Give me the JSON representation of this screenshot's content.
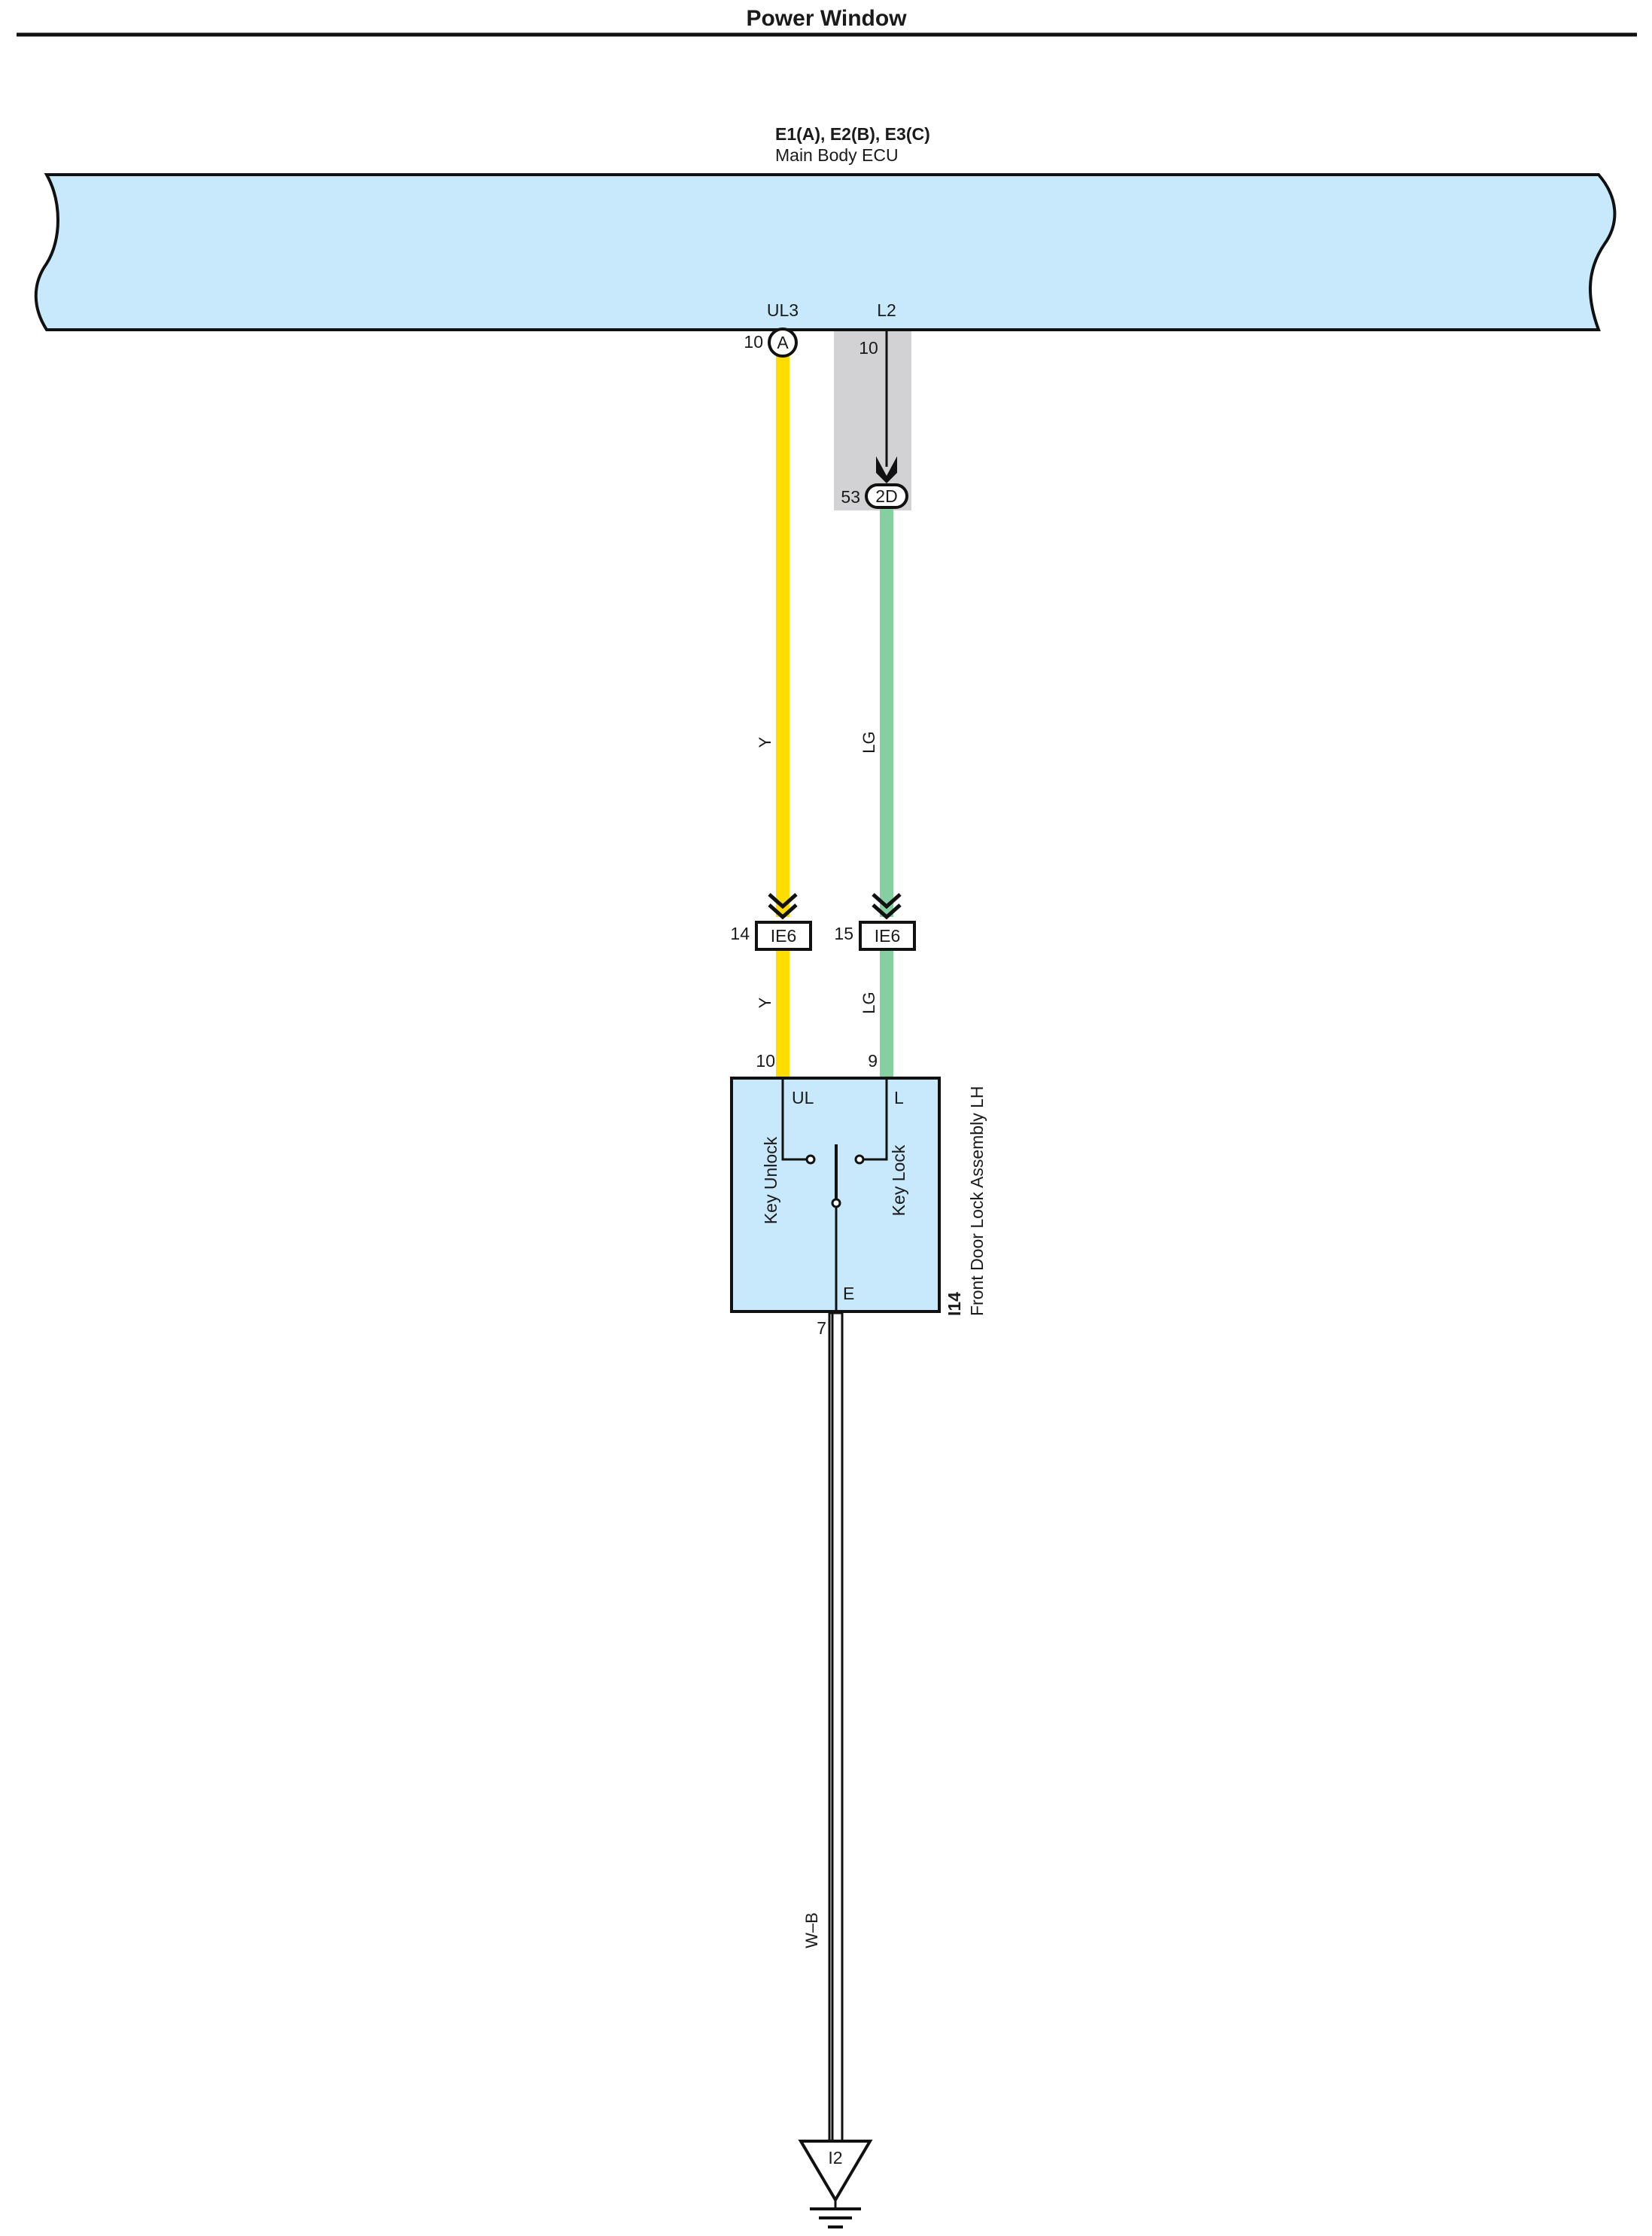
{
  "title": "Power Window",
  "ecu": {
    "connectors": "E1(A), E2(B), E3(C)",
    "name": "Main Body ECU",
    "fill_color": "#c8e9fb",
    "terminals": [
      {
        "name": "UL3",
        "pin": "10",
        "connector": "A"
      },
      {
        "name": "L2",
        "pin": "10"
      }
    ]
  },
  "junction": {
    "pin": "53",
    "code": "2D"
  },
  "wires": [
    {
      "color_code": "Y",
      "hex": "#ffdd00"
    },
    {
      "color_code": "LG",
      "hex": "#86cfa0"
    },
    {
      "color_code": "W–B",
      "hex": "#ffffff"
    }
  ],
  "inline_connectors": [
    {
      "pin": "14",
      "code": "IE6"
    },
    {
      "pin": "15",
      "code": "IE6"
    }
  ],
  "lock_assembly": {
    "id": "I14",
    "name": "Front Door Lock Assembly LH",
    "fill_color": "#c8e9fb",
    "pins": {
      "ul": "10",
      "l": "9",
      "e": "7"
    },
    "terminals": {
      "ul": "UL",
      "l": "L",
      "e": "E"
    },
    "switches": {
      "unlock": "Key Unlock",
      "lock": "Key Lock"
    }
  },
  "ground": {
    "code": "I2"
  }
}
